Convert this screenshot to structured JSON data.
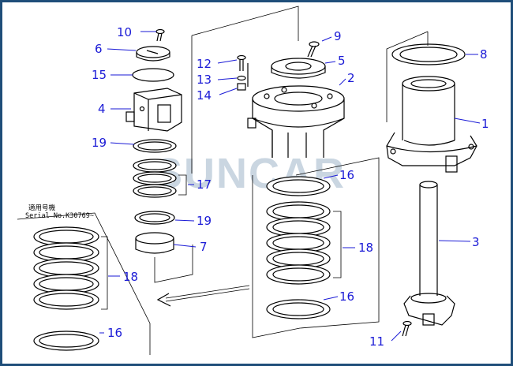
{
  "watermark": "SUNCAR",
  "serial_note": {
    "line1": "適用号機",
    "line2": "Serial No.K30769~"
  },
  "callouts": [
    {
      "id": "c10",
      "label": "10"
    },
    {
      "id": "c6",
      "label": "6"
    },
    {
      "id": "c15",
      "label": "15"
    },
    {
      "id": "c4",
      "label": "4"
    },
    {
      "id": "c19a",
      "label": "19"
    },
    {
      "id": "c17",
      "label": "17"
    },
    {
      "id": "c19b",
      "label": "19"
    },
    {
      "id": "c7",
      "label": "7"
    },
    {
      "id": "c18a",
      "label": "18"
    },
    {
      "id": "c16a",
      "label": "16"
    },
    {
      "id": "c12",
      "label": "12"
    },
    {
      "id": "c13",
      "label": "13"
    },
    {
      "id": "c14",
      "label": "14"
    },
    {
      "id": "c9",
      "label": "9"
    },
    {
      "id": "c5",
      "label": "5"
    },
    {
      "id": "c2",
      "label": "2"
    },
    {
      "id": "c16b",
      "label": "16"
    },
    {
      "id": "c18b",
      "label": "18"
    },
    {
      "id": "c16c",
      "label": "16"
    },
    {
      "id": "c8",
      "label": "8"
    },
    {
      "id": "c1",
      "label": "1"
    },
    {
      "id": "c3",
      "label": "3"
    },
    {
      "id": "c11",
      "label": "11"
    }
  ]
}
